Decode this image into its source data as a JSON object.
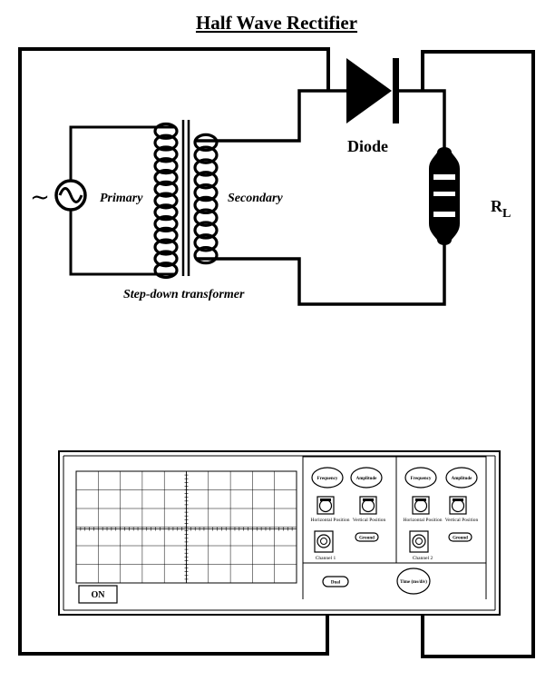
{
  "title": "Half Wave Rectifier",
  "labels": {
    "primary": "Primary",
    "secondary": "Secondary",
    "transformer": "Step-down transformer",
    "diode": "Diode",
    "load_r": "R",
    "load_sub": "L",
    "ac_symbol": "~"
  },
  "oscilloscope": {
    "on_button": "ON",
    "channel1": {
      "frequency": "Frequency",
      "amplitude": "Amplitude",
      "horizontal_position": "Horizontal Position",
      "vertical_position": "Vertical Position",
      "ground": "Ground",
      "channel_label": "Channel 1"
    },
    "channel2": {
      "frequency": "Frequency",
      "amplitude": "Amplitude",
      "horizontal_position": "Horizontal Position",
      "vertical_position": "Vertical Position",
      "ground": "Ground",
      "channel_label": "Channel 2"
    },
    "dual_button": "Dual",
    "time_knob": "Time (ms/div)"
  },
  "colors": {
    "line": "#000000",
    "background": "#ffffff"
  }
}
